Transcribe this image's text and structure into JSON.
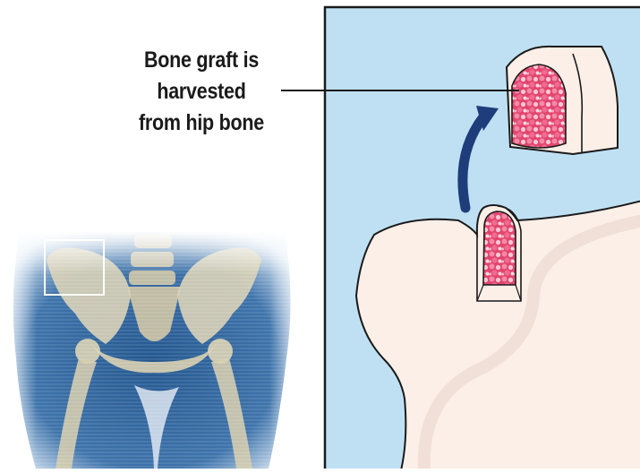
{
  "diagram": {
    "caption_lines": [
      "Bone graft is",
      "harvested",
      "from hip bone"
    ]
  },
  "colors": {
    "panel_background": "#bfe0f3",
    "panel_border": "#1a1a1a",
    "bone_fill": "#fbefe8",
    "marrow_fill": "#e84a73",
    "marrow_highlight": "#ffc2d2",
    "arrow": "#1e3d7a",
    "xray_background": "#2e5f95",
    "xray_bone": "#d9d2b8"
  }
}
